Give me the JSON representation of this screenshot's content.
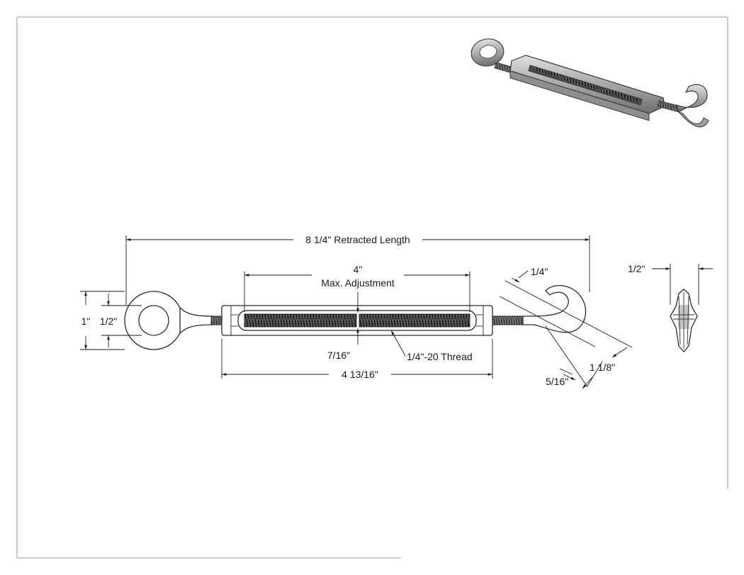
{
  "drawing": {
    "part_name": "Turnbuckle",
    "type": "dimensioned technical drawing (eye and hook turnbuckle)",
    "dimensions": {
      "overall_length": "8 1/4\" Retracted Length",
      "max_adjustment_value": "4\"",
      "max_adjustment_label": "Max. Adjustment",
      "eye_outer_diameter": "1\"",
      "eye_inner_diameter": "1/2\"",
      "body_width": "7/16\"",
      "thread": "1/4\"-20 Thread",
      "body_length": "4 13/16\"",
      "hook_wire": "1/4\"",
      "hook_opening": "5/16\"",
      "hook_length": "1 1/8\"",
      "side_view_width": "1/2\""
    },
    "views": [
      "front view",
      "side view",
      "isometric view"
    ],
    "colors": {
      "line": "#1a1a1a",
      "part_fill": "#ffffff",
      "shaded_metal": "#b5b5b5",
      "thread_fill": "#3a3a3a",
      "border": "#9a9a9a"
    }
  }
}
